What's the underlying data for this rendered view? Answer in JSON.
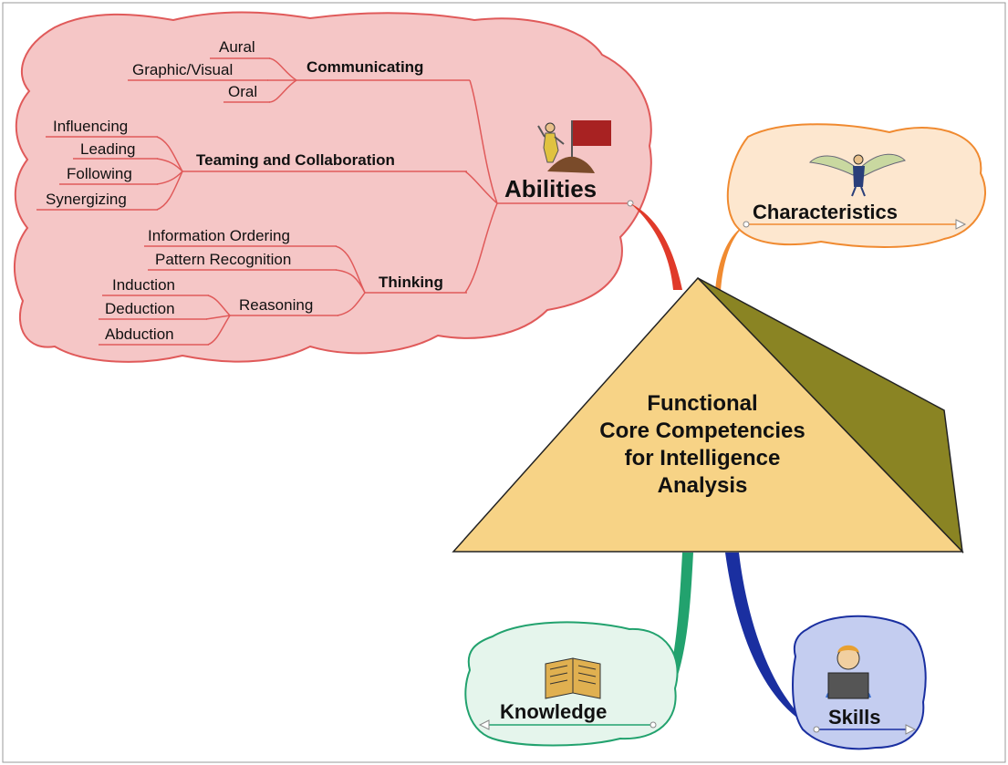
{
  "center": {
    "lines": [
      "Functional",
      "Core Competencies",
      "for Intelligence",
      "Analysis"
    ]
  },
  "abilities": {
    "label": "Abilities",
    "icon": "climber-with-flag-icon",
    "color": "#f5c6c6",
    "communicating": {
      "label": "Communicating",
      "items": [
        "Aural",
        "Graphic/Visual",
        "Oral"
      ]
    },
    "teaming": {
      "label": "Teaming and Collaboration",
      "items": [
        "Influencing",
        "Leading",
        "Following",
        "Synergizing"
      ]
    },
    "thinking": {
      "label": "Thinking",
      "items": [
        "Information Ordering",
        "Pattern Recognition"
      ],
      "reasoning": {
        "label": "Reasoning",
        "items": [
          "Induction",
          "Deduction",
          "Abduction"
        ]
      }
    }
  },
  "characteristics": {
    "label": "Characteristics",
    "icon": "winged-figure-icon",
    "color": "#fde7cf"
  },
  "knowledge": {
    "label": "Knowledge",
    "icon": "open-book-icon",
    "color": "#e5f5ec"
  },
  "skills": {
    "label": "Skills",
    "icon": "person-at-laptop-icon",
    "color": "#c4cdf0"
  }
}
